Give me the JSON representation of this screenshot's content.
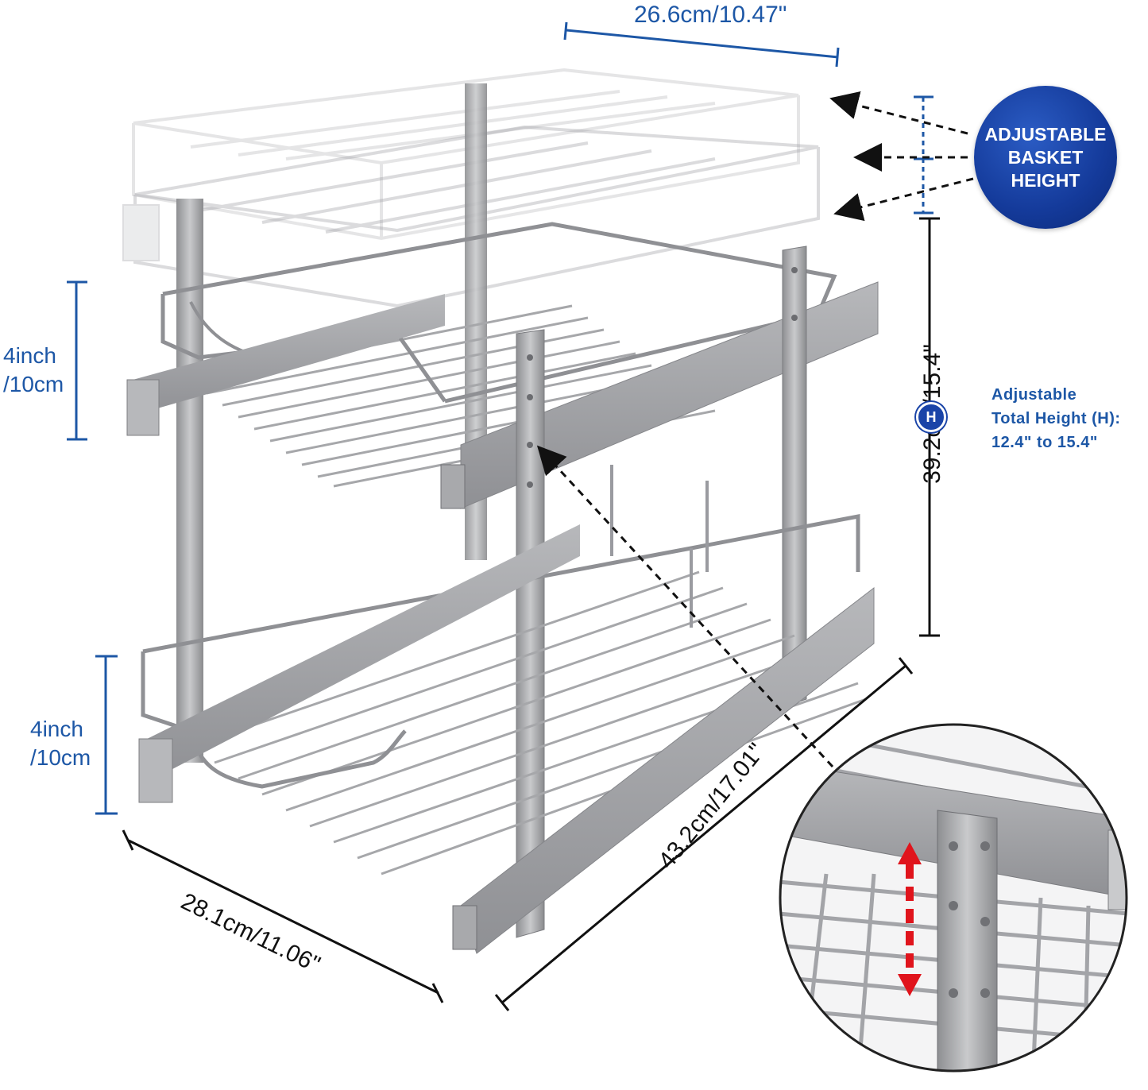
{
  "dimensions": {
    "top_width": "26.6cm/10.47\"",
    "total_height": "39.2cm/15.4\"",
    "depth": "43.2cm/17.01\"",
    "front_width": "28.1cm/11.06\"",
    "upper_basket_height_line1": "4inch",
    "upper_basket_height_line2": "/10cm",
    "lower_basket_height_line1": "4inch",
    "lower_basket_height_line2": "/10cm"
  },
  "badge": {
    "line1": "ADJUSTABLE",
    "line2": "BASKET",
    "line3": "HEIGHT"
  },
  "height_marker": "H",
  "adjustable_total": {
    "line1": "Adjustable",
    "line2": "Total Height (H):",
    "line3": "12.4\" to 15.4\""
  },
  "colors": {
    "dimension_blue": "#1d57a6",
    "badge_blue": "#143a9a",
    "arrow_red": "#e0141c",
    "metal_gray": "#a9a9ab"
  }
}
